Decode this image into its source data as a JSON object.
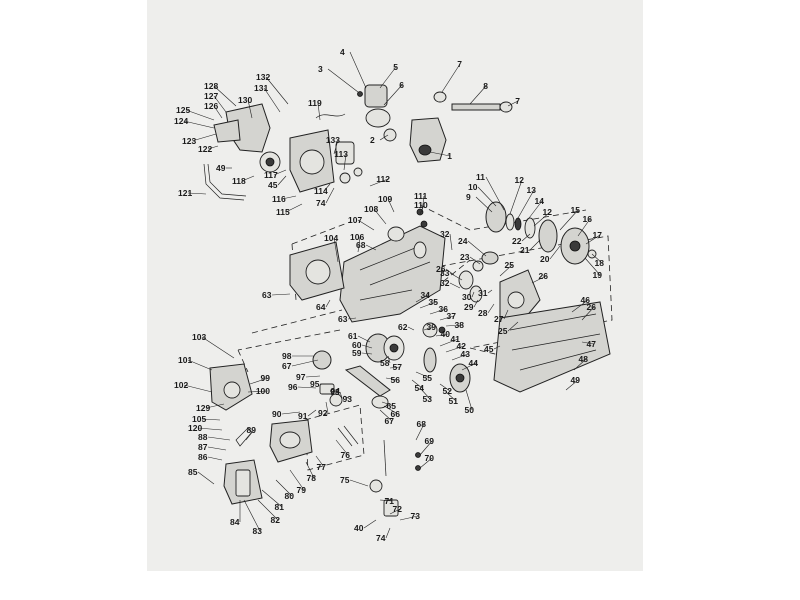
{
  "labels": [
    {
      "id": "p1",
      "text": "1"
    },
    {
      "id": "p2",
      "text": "2"
    },
    {
      "id": "p3",
      "text": "3"
    },
    {
      "id": "p4",
      "text": "4"
    },
    {
      "id": "p5",
      "text": "5"
    },
    {
      "id": "p6",
      "text": "6"
    },
    {
      "id": "p7a",
      "text": "7"
    },
    {
      "id": "p7b",
      "text": "7"
    },
    {
      "id": "p8",
      "text": "8"
    },
    {
      "id": "p9",
      "text": "9"
    },
    {
      "id": "p10",
      "text": "10"
    },
    {
      "id": "p11",
      "text": "11"
    },
    {
      "id": "p12a",
      "text": "12"
    },
    {
      "id": "p12b",
      "text": "12"
    },
    {
      "id": "p13",
      "text": "13"
    },
    {
      "id": "p14",
      "text": "14"
    },
    {
      "id": "p15",
      "text": "15"
    },
    {
      "id": "p16",
      "text": "16"
    },
    {
      "id": "p17",
      "text": "17"
    },
    {
      "id": "p18",
      "text": "18"
    },
    {
      "id": "p19",
      "text": "19"
    },
    {
      "id": "p20",
      "text": "20"
    },
    {
      "id": "p21",
      "text": "21"
    },
    {
      "id": "p22",
      "text": "22"
    },
    {
      "id": "p23",
      "text": "23"
    },
    {
      "id": "p24",
      "text": "24"
    },
    {
      "id": "p25a",
      "text": "25"
    },
    {
      "id": "p25b",
      "text": "25"
    },
    {
      "id": "p26a",
      "text": "26"
    },
    {
      "id": "p26b",
      "text": "26"
    },
    {
      "id": "p26c",
      "text": "26"
    },
    {
      "id": "p27",
      "text": "27"
    },
    {
      "id": "p28",
      "text": "28"
    },
    {
      "id": "p29",
      "text": "29"
    },
    {
      "id": "p30",
      "text": "30"
    },
    {
      "id": "p31",
      "text": "31"
    },
    {
      "id": "p32a",
      "text": "32"
    },
    {
      "id": "p32b",
      "text": "32"
    },
    {
      "id": "p33",
      "text": "33"
    },
    {
      "id": "p34",
      "text": "34"
    },
    {
      "id": "p35",
      "text": "35"
    },
    {
      "id": "p36",
      "text": "36"
    },
    {
      "id": "p37",
      "text": "37"
    },
    {
      "id": "p38",
      "text": "38"
    },
    {
      "id": "p39",
      "text": "39"
    },
    {
      "id": "p40a",
      "text": "40"
    },
    {
      "id": "p40b",
      "text": "40"
    },
    {
      "id": "p41",
      "text": "41"
    },
    {
      "id": "p42",
      "text": "42"
    },
    {
      "id": "p43",
      "text": "43"
    },
    {
      "id": "p44",
      "text": "44"
    },
    {
      "id": "p45a",
      "text": "45"
    },
    {
      "id": "p45b",
      "text": "45"
    },
    {
      "id": "p46",
      "text": "46"
    },
    {
      "id": "p47",
      "text": "47"
    },
    {
      "id": "p48",
      "text": "48"
    },
    {
      "id": "p49a",
      "text": "49"
    },
    {
      "id": "p49b",
      "text": "49"
    },
    {
      "id": "p50",
      "text": "50"
    },
    {
      "id": "p51",
      "text": "51"
    },
    {
      "id": "p52",
      "text": "52"
    },
    {
      "id": "p53",
      "text": "53"
    },
    {
      "id": "p54",
      "text": "54"
    },
    {
      "id": "p55",
      "text": "55"
    },
    {
      "id": "p56",
      "text": "56"
    },
    {
      "id": "p57",
      "text": "57"
    },
    {
      "id": "p58",
      "text": "58"
    },
    {
      "id": "p59",
      "text": "59"
    },
    {
      "id": "p60",
      "text": "60"
    },
    {
      "id": "p61",
      "text": "61"
    },
    {
      "id": "p62",
      "text": "62"
    },
    {
      "id": "p63a",
      "text": "63"
    },
    {
      "id": "p63b",
      "text": "63"
    },
    {
      "id": "p64",
      "text": "64"
    },
    {
      "id": "p65",
      "text": "65"
    },
    {
      "id": "p66",
      "text": "66"
    },
    {
      "id": "p67a",
      "text": "67"
    },
    {
      "id": "p67b",
      "text": "67"
    },
    {
      "id": "p68a",
      "text": "68"
    },
    {
      "id": "p68b",
      "text": "68"
    },
    {
      "id": "p69",
      "text": "69"
    },
    {
      "id": "p70",
      "text": "70"
    },
    {
      "id": "p71",
      "text": "71"
    },
    {
      "id": "p72",
      "text": "72"
    },
    {
      "id": "p73",
      "text": "73"
    },
    {
      "id": "p74a",
      "text": "74"
    },
    {
      "id": "p74b",
      "text": "74"
    },
    {
      "id": "p75",
      "text": "75"
    },
    {
      "id": "p76",
      "text": "76"
    },
    {
      "id": "p77",
      "text": "77"
    },
    {
      "id": "p78",
      "text": "78"
    },
    {
      "id": "p79",
      "text": "79"
    },
    {
      "id": "p80",
      "text": "80"
    },
    {
      "id": "p81",
      "text": "81"
    },
    {
      "id": "p82",
      "text": "82"
    },
    {
      "id": "p83",
      "text": "83"
    },
    {
      "id": "p84",
      "text": "84"
    },
    {
      "id": "p85",
      "text": "85"
    },
    {
      "id": "p86",
      "text": "86"
    },
    {
      "id": "p87",
      "text": "87"
    },
    {
      "id": "p88",
      "text": "88"
    },
    {
      "id": "p89",
      "text": "89"
    },
    {
      "id": "p90",
      "text": "90"
    },
    {
      "id": "p91",
      "text": "91"
    },
    {
      "id": "p92",
      "text": "92"
    },
    {
      "id": "p93a",
      "text": "93"
    },
    {
      "id": "p93b",
      "text": "93"
    },
    {
      "id": "p94",
      "text": "94"
    },
    {
      "id": "p95",
      "text": "95"
    },
    {
      "id": "p96",
      "text": "96"
    },
    {
      "id": "p97",
      "text": "97"
    },
    {
      "id": "p98",
      "text": "98"
    },
    {
      "id": "p99",
      "text": "99"
    },
    {
      "id": "p100",
      "text": "100"
    },
    {
      "id": "p101",
      "text": "101"
    },
    {
      "id": "p102",
      "text": "102"
    },
    {
      "id": "p103",
      "text": "103"
    },
    {
      "id": "p104",
      "text": "104"
    },
    {
      "id": "p105",
      "text": "105"
    },
    {
      "id": "p106",
      "text": "106"
    },
    {
      "id": "p107",
      "text": "107"
    },
    {
      "id": "p108",
      "text": "108"
    },
    {
      "id": "p109",
      "text": "109"
    },
    {
      "id": "p110",
      "text": "110"
    },
    {
      "id": "p111",
      "text": "111"
    },
    {
      "id": "p112",
      "text": "112"
    },
    {
      "id": "p113",
      "text": "113"
    },
    {
      "id": "p114",
      "text": "114"
    },
    {
      "id": "p115",
      "text": "115"
    },
    {
      "id": "p116",
      "text": "116"
    },
    {
      "id": "p117",
      "text": "117"
    },
    {
      "id": "p118",
      "text": "118"
    },
    {
      "id": "p119",
      "text": "119"
    },
    {
      "id": "p120",
      "text": "120"
    },
    {
      "id": "p121",
      "text": "121"
    },
    {
      "id": "p122",
      "text": "122"
    },
    {
      "id": "p123",
      "text": "123"
    },
    {
      "id": "p124",
      "text": "124"
    },
    {
      "id": "p125",
      "text": "125"
    },
    {
      "id": "p126",
      "text": "126"
    },
    {
      "id": "p127",
      "text": "127"
    },
    {
      "id": "p128",
      "text": "128"
    },
    {
      "id": "p129",
      "text": "129"
    },
    {
      "id": "p130",
      "text": "130"
    },
    {
      "id": "p131",
      "text": "131"
    },
    {
      "id": "p132",
      "text": "132"
    },
    {
      "id": "p133",
      "text": "133"
    }
  ]
}
